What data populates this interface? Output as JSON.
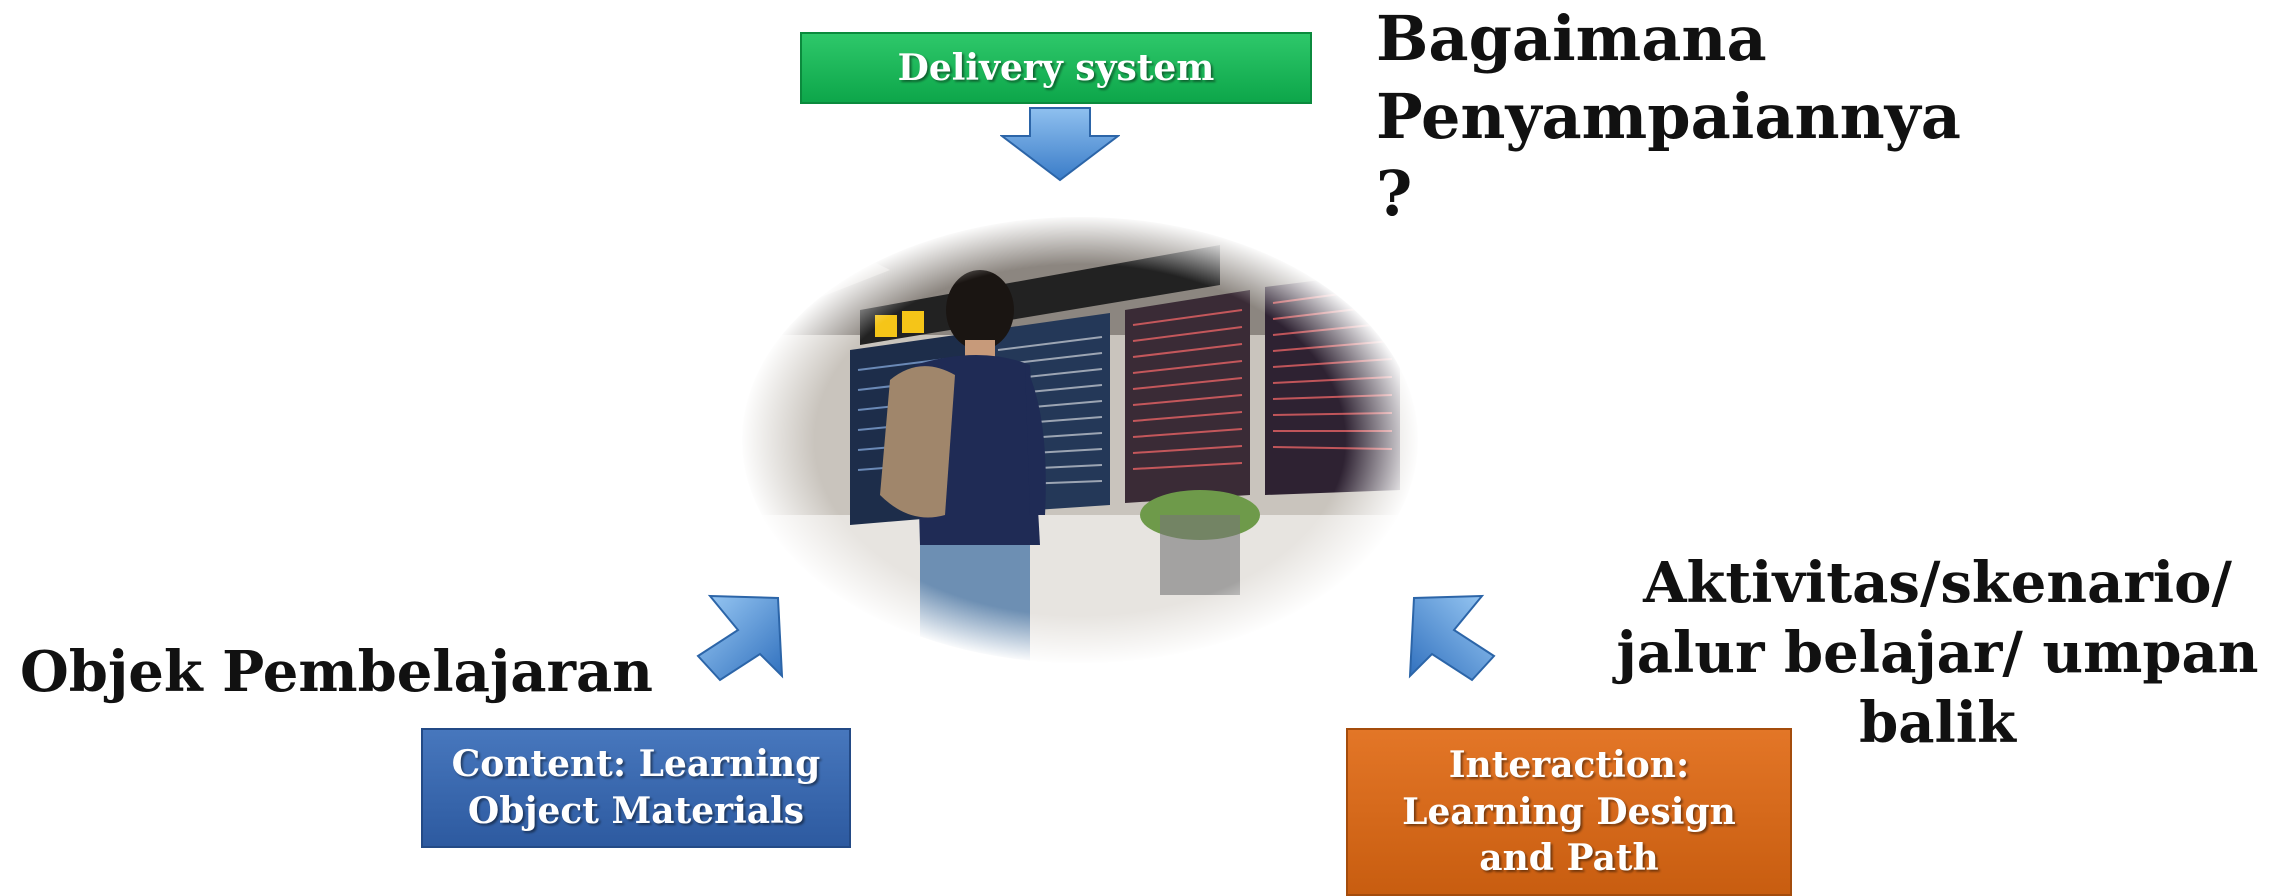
{
  "question_heading": [
    "Bagaimana",
    "Penyampaiannya",
    "?"
  ],
  "objek_label": "Objek Pembelajaran",
  "aktivitas_label": [
    "Aktivitas/skenario/",
    "jalur belajar/ umpan",
    "balik"
  ],
  "boxes": {
    "delivery": {
      "label": "Delivery system",
      "color": "#12b04f"
    },
    "content": {
      "lines": [
        "Content: Learning",
        "Object Materials"
      ],
      "color": "#2f5ea5"
    },
    "interaction": {
      "lines": [
        "Interaction:",
        "Learning Design",
        "and Path"
      ],
      "color": "#d2651a"
    }
  },
  "photo": {
    "subject": "traveler-viewing-flight-boards"
  },
  "arrows": {
    "color": "#4a8fd6",
    "icon": "down-arrow-icon"
  }
}
